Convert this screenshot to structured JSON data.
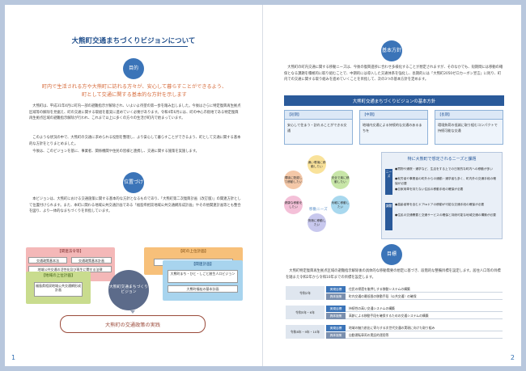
{
  "left": {
    "page_number": "1",
    "title": "大熊町交通まちづくりビジョンについて",
    "purpose_tag": "目的",
    "slogan_1": "町内で生活される方や大熊町に訪れる方々が、安心して暮らすことができるよう、",
    "slogan_2": "町として交通に関する基本的な方針を示します",
    "paragraph_1": "大熊町は、平成31年4月に町内一部の避難指示が解除され、いよいよ待望の第一歩を踏み出しました。今後はさらに特定復興再生拠点区域等の解除を見据え、町の交通に関する取組を着実に進めていく必要があります。令和4年6月には、町の中心市街地である特定復興再生拠点区域の避難指示解除が行われ、これまで以上に多くの方々の生活が町内で始まっています。",
    "paragraph_2": "このような状況の中で、大熊町の交通に求められる役割を整理し、より安心して暮らすことができるよう、町として交通に関する基本的な方針をとりまとめました。",
    "paragraph_3": "今後は、このビジョンを基に、事業者、関係機関や住民の皆様と連携し、交通に関する施策を実施します。",
    "position_tag": "位置づけ",
    "position_text": "本ビジョンは、大熊町における交通施策に関する基本的な方針となるものであり、「大熊町第二次復興計画（改訂版）」の関連方針として位置付けられます。また、本町に関わる地域公共交通計画である「福島県相双地域公共交通網形成計画」やその他関連計画等とも整合を図り、より一体的なまちづくりを目指しています。",
    "diagram": {
      "law_head": "【関連法令等】",
      "law_items": [
        "交通政策基本法",
        "交通政策基本計画",
        "地域公共交通の活性化及び再生に関する法律"
      ],
      "town_plan_head": "【町の上位計画】",
      "town_plan_item": "大熊町第二次復興計画（改訂版）",
      "regional_head": "【地域の上位計画】",
      "regional_item": "福島県相双地域公共交通網形成計画",
      "center": "大熊町交通まちづくりビジョン",
      "related_head": "【関連計画】",
      "related_items": [
        "大熊町まち・ひと・しごと創生人口ビジョン",
        "大熊町福祉の基本計画"
      ],
      "bottom": "大熊町の交通政策の実践"
    }
  },
  "right": {
    "page_number": "2",
    "policy_tag": "基本方針",
    "policy_text": "大熊町の町内交通に関する移動ニーズは、今後の復興進捗に合わせ多様化することが想定されますが、そのなかでも、短期間には移動の確保となる課題を積極的に取り組むことで、中期的には導入した交通体系を強化し、長期的には「大熊町2050ゼロカーボン宣言」に則り、町内での交通に関する取り組みを進めていくことを目指して、次の3つの基本方針を定めます。",
    "section_title": "大熊町交通まちづくりビジョンの基本方針",
    "cards": [
      {
        "head": "【短期】",
        "body": "安心して住まう・訪れることができる交通"
      },
      {
        "head": "【中期】",
        "body": "地域内交通による持続的な交通のあるまちを"
      },
      {
        "head": "【長期】",
        "body": "環境負荷の低減に取り組むコンパクトで持続可能な交通"
      }
    ],
    "bubbles": [
      "通い環境に移動したい",
      "安全で楽に移動したい",
      "気軽に移動したい",
      "快適に移動したい",
      "健康な移動をしたい",
      "環境に配慮して移動したい"
    ],
    "needs_center": "移動ニーズ",
    "needs_title": "特に大熊町で想定されるニーズと課題",
    "needs_tag_1": "ニーズ",
    "needs_tag_2": "課題",
    "needs_items": [
      "●買物や通院・通学など、生活をする上での日常的な町内への移動が多い",
      "●就労者や事業者の町外からの通勤・通学者も多く、町内外の交通手段の確保が必要",
      "●自家用車を持たない住民の移動手段の確保が必要",
      "●高齢者等を含むドアtoドアの移動が可能な交通手段の確保が必要",
      "●住民の交通需要と交通サービスの確保と持続可能な地域交通の構築が必要"
    ],
    "goal_tag": "目標",
    "goal_text": "大熊町特定復興再生拠点区域の避難指示解除後の具体的な移動需要の想定に基づき、段階的な整備目標を設定します。居住人口等の目標を踏まえ令和2年から令和10年までの目標を設定します。",
    "table": [
      {
        "period": "令和2年",
        "rows": [
          {
            "label": "実現目標",
            "value": "住民の帰還を後押しする移動システムの構築"
          },
          {
            "label": "具体施策",
            "value": "町内交通の最低限の移動手段（公共交通）の確保"
          }
        ]
      },
      {
        "period": "令和5年・6年",
        "rows": [
          {
            "label": "実現目標",
            "value": "持続性の高い交通システムの構築"
          },
          {
            "label": "具体施策",
            "value": "高齢による移動手段を確保するための交通システムの構築"
          }
        ]
      },
      {
        "period": "令和8年・9年・10年",
        "rows": [
          {
            "label": "実現目標",
            "value": "地域の魅力創出に寄与する次世代交通の実現に向けた取り組み"
          },
          {
            "label": "具体施策",
            "value": "自動運転車両の実証的運用等"
          }
        ]
      }
    ]
  }
}
